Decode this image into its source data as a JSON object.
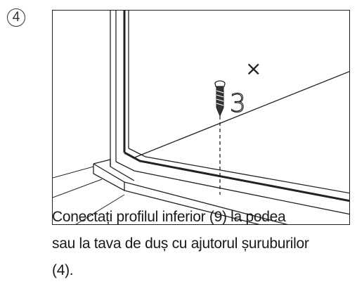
{
  "step": {
    "number": "4"
  },
  "figure": {
    "cross_mark": "×",
    "callout_number": "3"
  },
  "instructions": {
    "line1": "Conectați profilul inferior (9) la podea",
    "line2": "sau la tava de duș cu ajutorul șuruburilor",
    "line3": "(4)."
  }
}
